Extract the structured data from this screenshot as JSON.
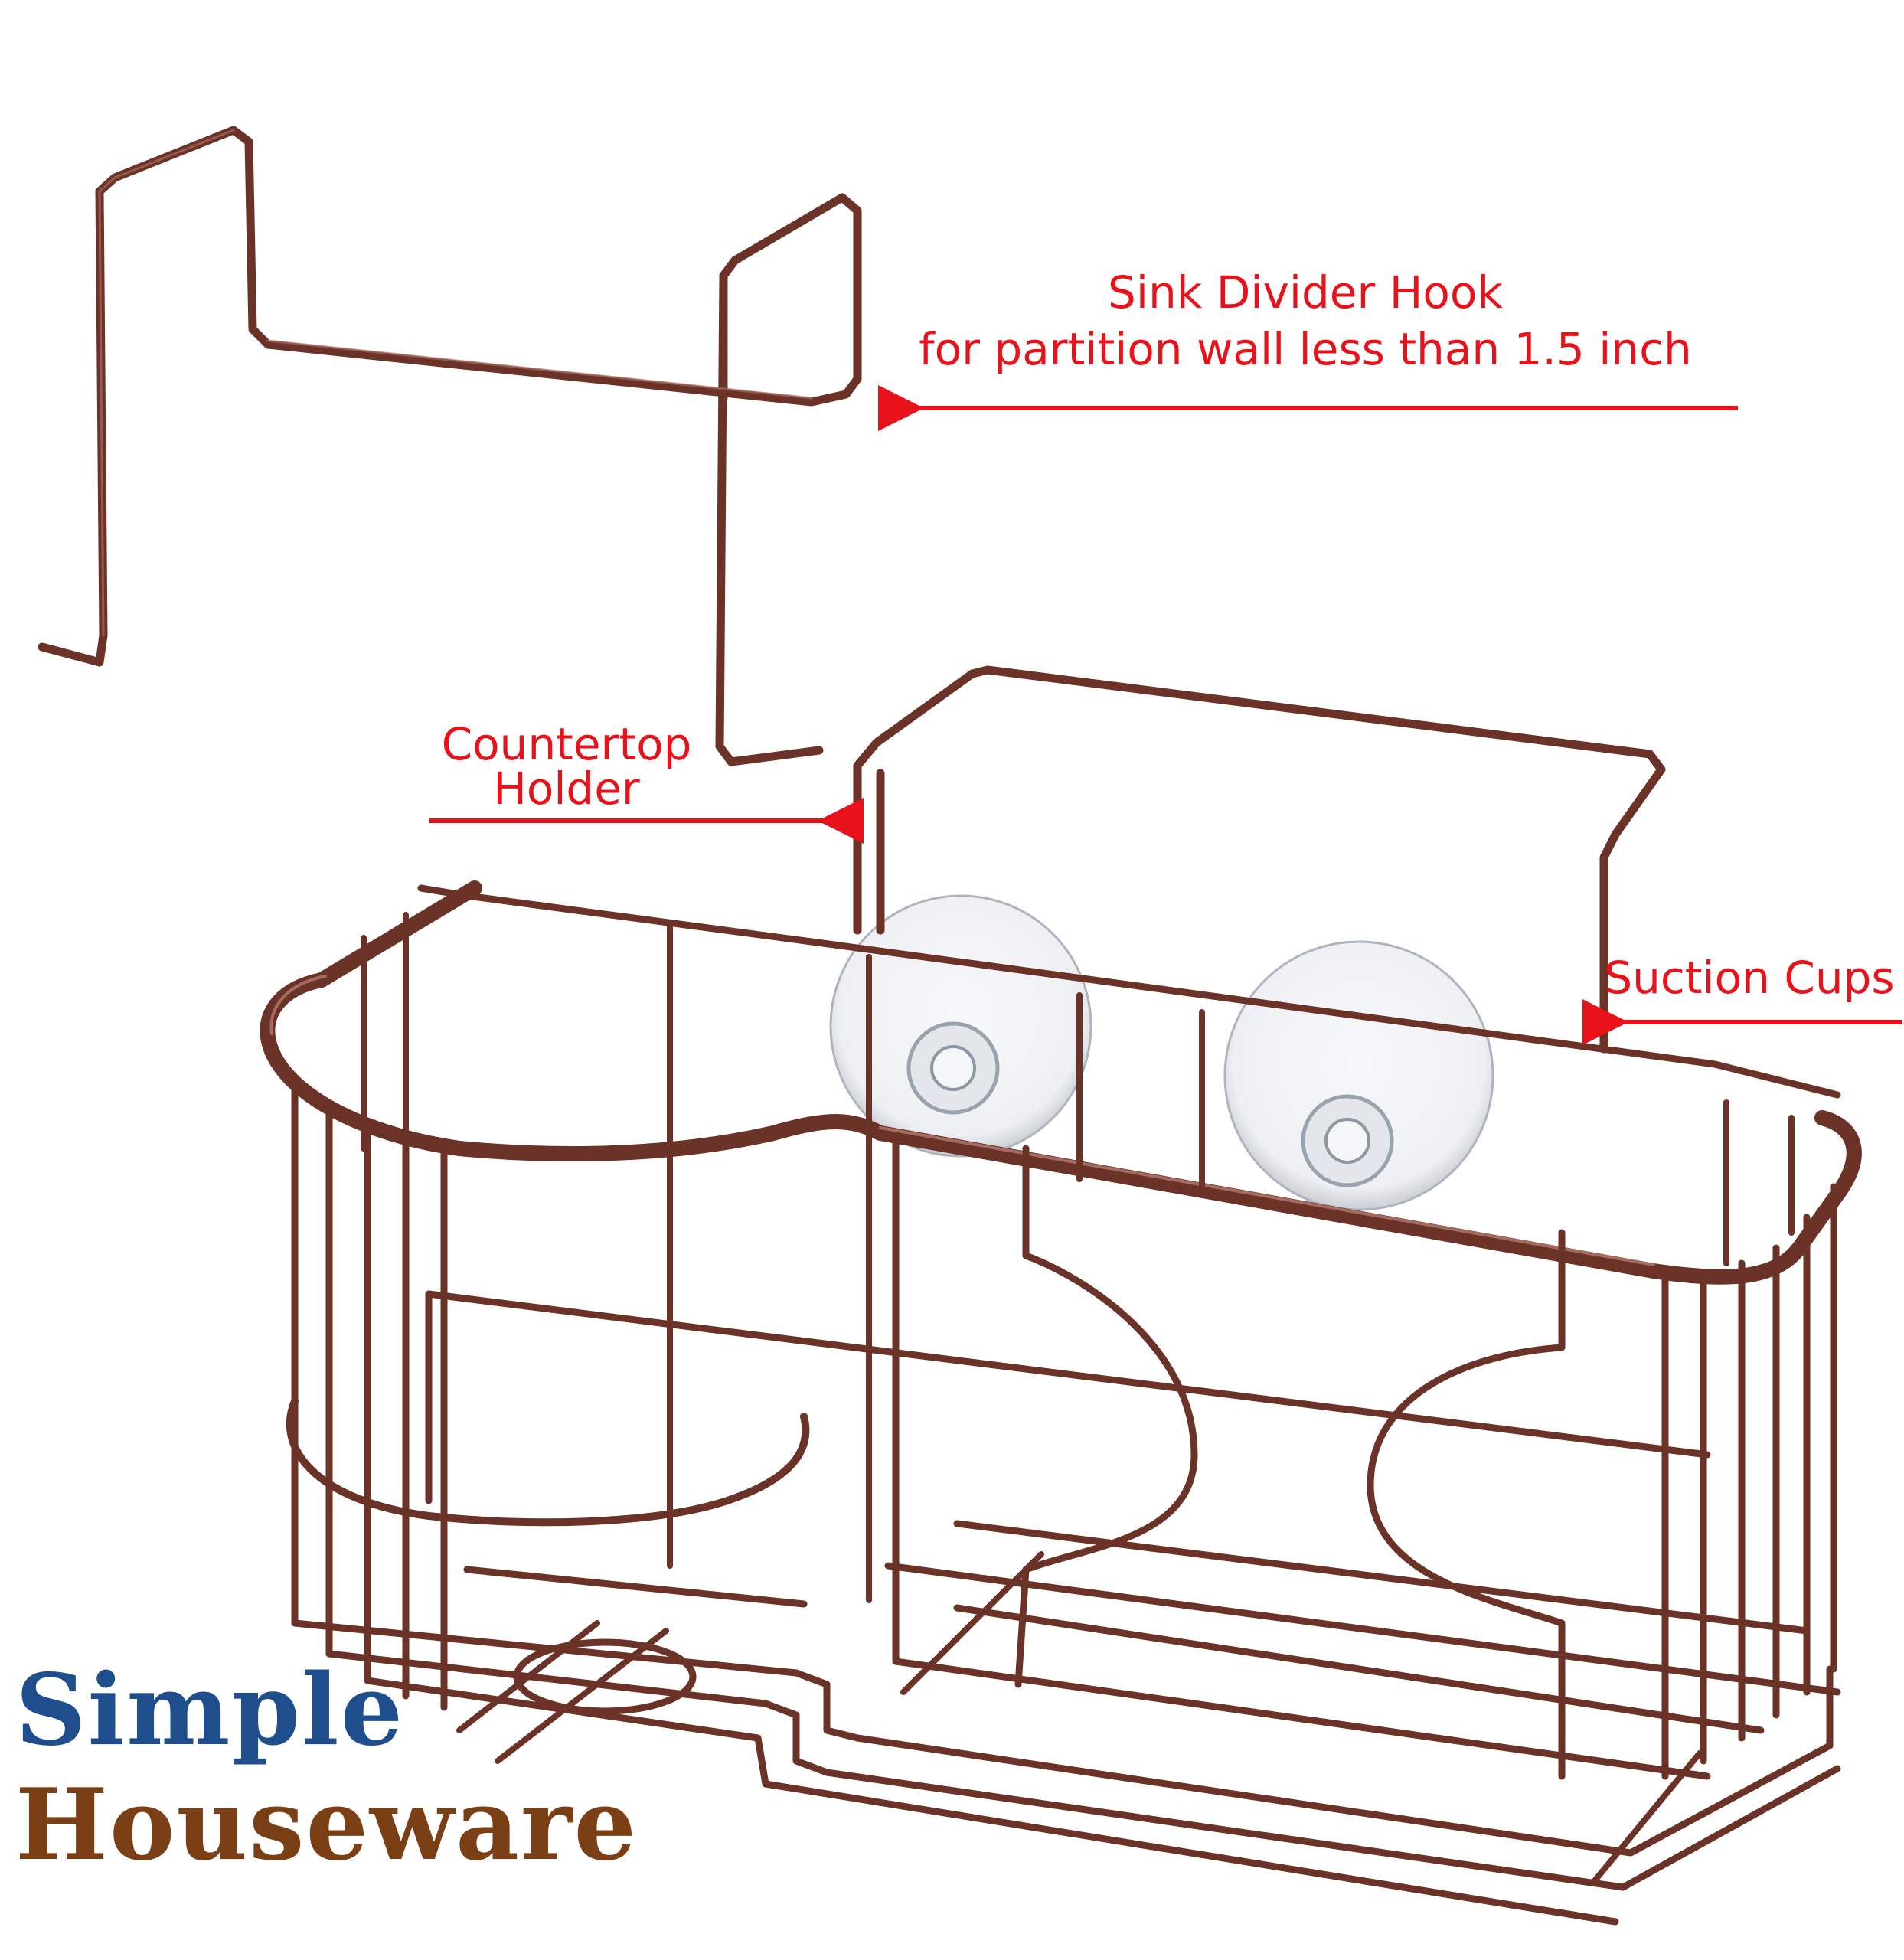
{
  "labels": {
    "hook": {
      "line1": "Sink Divider Hook",
      "line2": "for partition wall less than 1.5 inch"
    },
    "countertop": {
      "line1": "Countertop",
      "line2": "Holder"
    },
    "suction": {
      "line1": "Suction Cups"
    }
  },
  "brand": {
    "line1": "Simple",
    "line2": "Houseware"
  },
  "colors": {
    "annotation": "#e8121b",
    "wire": "#6b3228",
    "wire_highlight": "#a96a5c",
    "brand_blue": "#1f4e8c",
    "brand_brown": "#7b3f16",
    "suction_cup": "#cfd4da"
  }
}
